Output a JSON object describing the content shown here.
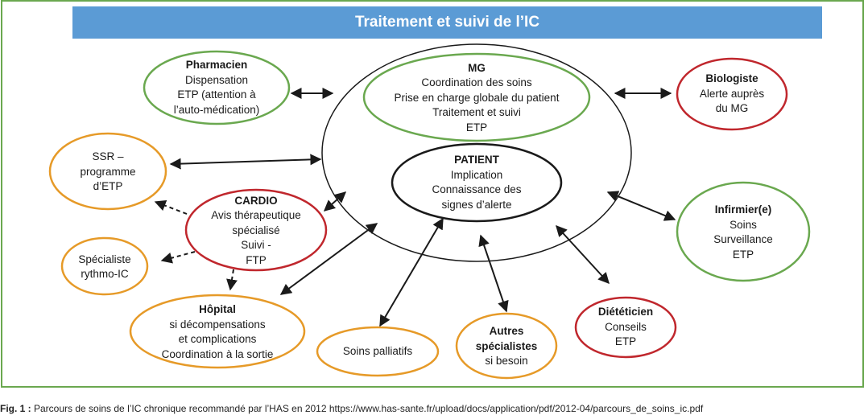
{
  "title": "Traitement et suivi de l’IC",
  "nodes": {
    "mg": {
      "head": "MG",
      "lines": [
        "Coordination des soins",
        "Prise en charge globale du patient",
        "Traitement et suivi",
        "ETP"
      ]
    },
    "patient": {
      "head": "PATIENT",
      "lines": [
        "Implication",
        "Connaissance des",
        "signes d’alerte"
      ]
    },
    "pharmacien": {
      "head": "Pharmacien",
      "lines": [
        "Dispensation",
        "ETP (attention à",
        "l’auto-médication)"
      ]
    },
    "biologiste": {
      "head": "Biologiste",
      "lines": [
        "Alerte auprès",
        "du MG"
      ]
    },
    "ssr": {
      "head": "",
      "lines": [
        "SSR –",
        "programme",
        "d’ETP"
      ]
    },
    "cardio": {
      "head": "CARDIO",
      "lines": [
        "Avis thérapeutique",
        "spécialisé",
        "Suivi -",
        "FTP"
      ]
    },
    "specialiste": {
      "head": "",
      "lines": [
        "Spécialiste",
        "rythmo-IC"
      ]
    },
    "infirmier": {
      "head": "Infirmier(e)",
      "lines": [
        "Soins",
        "Surveillance",
        "ETP"
      ]
    },
    "hopital": {
      "head": "Hôpital",
      "lines": [
        "si décompensations",
        "et complications",
        "Coordination à la sortie"
      ]
    },
    "soins": {
      "head": "",
      "lines": [
        "Soins palliatifs"
      ]
    },
    "autres": {
      "head": "Autres",
      "lines": [
        "spécialistes",
        "si besoin"
      ]
    },
    "dieteticien": {
      "head": "Diététicien",
      "lines": [
        "Conseils",
        "ETP"
      ]
    }
  },
  "colors": {
    "frame": "#6aa84f",
    "title_bg": "#5b9bd5",
    "green": "#6aa84f",
    "red": "#c0272d",
    "orange": "#e69a28",
    "black": "#1a1a1a"
  },
  "caption": {
    "label": "Fig. 1 :",
    "text": " Parcours de soins de l’IC chronique recommandé par l’HAS en 2012 https://www.has-sante.fr/upload/docs/application/pdf/2012-04/parcours_de_soins_ic.pdf"
  }
}
